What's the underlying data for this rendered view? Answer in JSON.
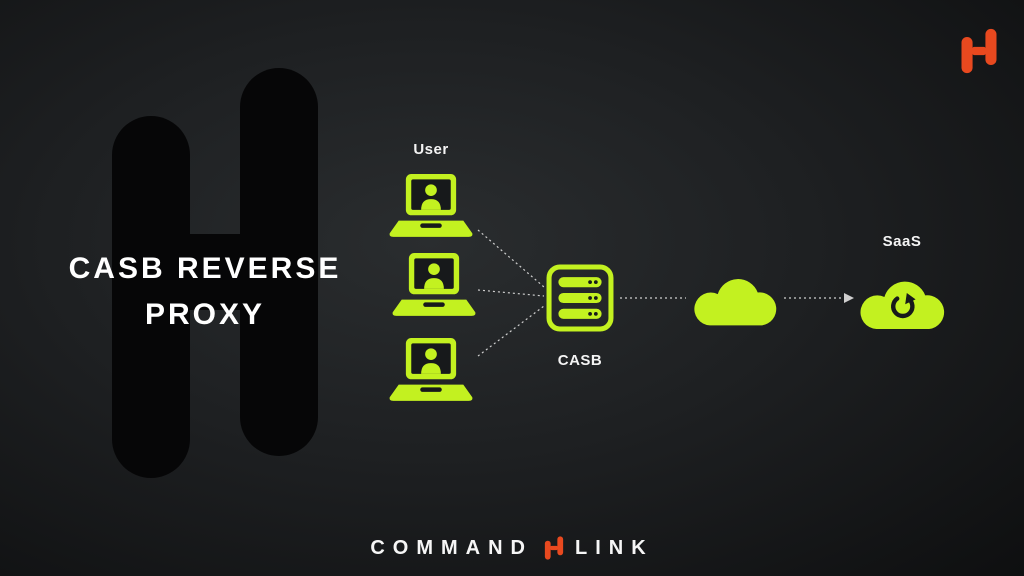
{
  "title": {
    "line1": "CASB REVERSE",
    "line2": "PROXY"
  },
  "diagram": {
    "user_label": "User",
    "casb_label": "CASB",
    "saas_label": "SaaS"
  },
  "brand": {
    "command": "COMMAND",
    "link": "LINK"
  },
  "colors": {
    "accent_green": "#c3f120",
    "accent_orange": "#e8491f",
    "background_dark": "#1e2022",
    "watermark_black": "#060607",
    "text_white": "#f4f4f4"
  },
  "icons": [
    "laptop-user-icon",
    "casb-server-icon",
    "cloud-icon",
    "saas-sync-cloud-icon",
    "commandlink-logo-icon"
  ]
}
